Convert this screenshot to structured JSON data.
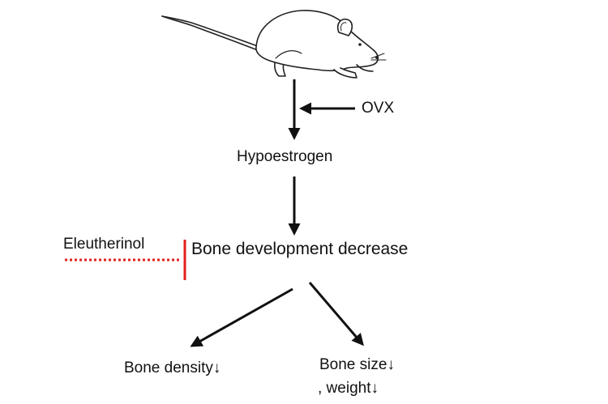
{
  "nodes": {
    "ovx": "OVX",
    "hypoestrogen": "Hypoestrogen",
    "eleutherinol": "Eleutherinol",
    "bone_development": "Bone development decrease",
    "bone_density": "Bone density↓",
    "bone_size": "Bone size↓",
    "weight": ", weight↓"
  },
  "icons": {
    "animal": "rat-icon"
  },
  "colors": {
    "arrow": "#111111",
    "inhibition": "#e0201c"
  }
}
